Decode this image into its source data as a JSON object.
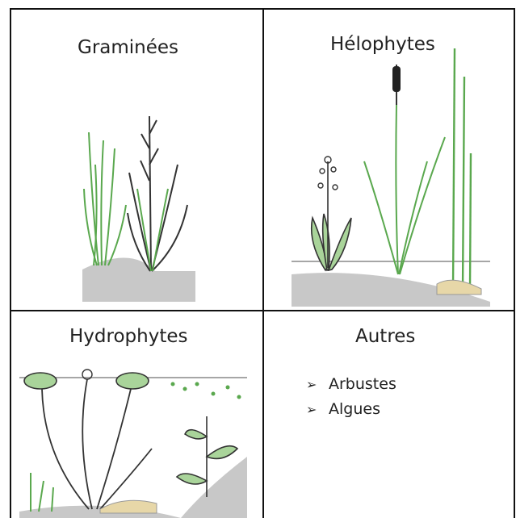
{
  "table": {
    "cells": [
      {
        "title": "Graminées"
      },
      {
        "title": "Hélophytes"
      },
      {
        "title": "Hydrophytes"
      },
      {
        "title": "Autres",
        "items": [
          "Arbustes",
          "Algues"
        ]
      }
    ]
  },
  "colors": {
    "border": "#111111",
    "leaf_green": "#5aa84e",
    "leaf_dark": "#333333",
    "ground": "#c8c8c8",
    "pad_green": "#a9d49a",
    "root_sand": "#e7d7a8"
  }
}
